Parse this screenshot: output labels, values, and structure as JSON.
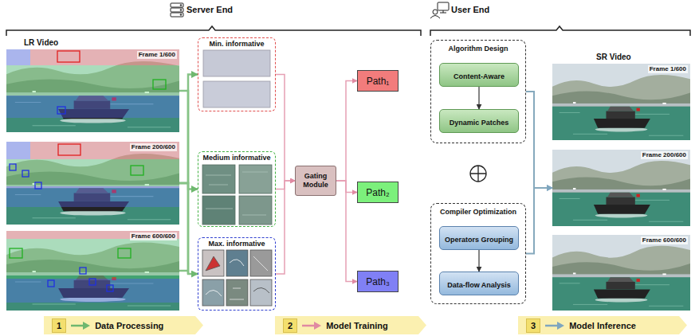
{
  "diagram": {
    "nodes": [
      {
        "text": [
          "Frame 1/600"
        ]
      },
      {
        "text": [
          "Frame 200/600"
        ]
      },
      {
        "text": [
          "Frame 600/600"
        ]
      },
      {
        "text": [
          "Min. informative"
        ]
      },
      {
        "text": [
          "Medium informative"
        ]
      },
      {
        "text": [
          "Max. informative"
        ]
      },
      {
        "text": [
          "Gating Module"
        ]
      },
      {
        "text": [
          "Path₁"
        ]
      },
      {
        "text": [
          "Path₂"
        ]
      },
      {
        "text": [
          "Path₃"
        ]
      },
      {
        "text": [
          "Algorithm Design"
        ]
      },
      {
        "text": [
          "Content-Aware"
        ],
        "in": 10
      },
      {
        "text": [
          "Dynamic Patches"
        ],
        "in": 10
      },
      {
        "text": [
          "Compiler Optimization"
        ]
      },
      {
        "text": [
          "Operators Grouping"
        ],
        "in": 13
      },
      {
        "text": [
          "Data-flow Analysis"
        ],
        "in": 13
      },
      {
        "text": [
          "Frame 1/600"
        ]
      },
      {
        "text": [
          "Frame 200/600"
        ]
      },
      {
        "text": [
          "Frame 600/600"
        ]
      },
      {
        "text": [
          "1",
          "Data Processing"
        ]
      },
      {
        "text": [
          "2",
          "Model Training"
        ]
      },
      {
        "text": [
          "3",
          "Model Inference"
        ]
      }
    ],
    "edges": [
      {
        "from": 1,
        "to": 3,
        "arrow": "to"
      },
      {
        "from": 1,
        "to": 4,
        "arrow": "to"
      },
      {
        "from": 1,
        "to": 5,
        "arrow": "to"
      },
      {
        "from": 3,
        "to": 6,
        "arrow": "to"
      },
      {
        "from": 4,
        "to": 6,
        "arrow": "to"
      },
      {
        "from": 5,
        "to": 6,
        "arrow": "to"
      },
      {
        "from": 6,
        "to": 7,
        "arrow": "to"
      },
      {
        "from": 6,
        "to": 8,
        "arrow": "to"
      },
      {
        "from": 6,
        "to": 9,
        "arrow": "to"
      },
      {
        "from": 11,
        "to": 12,
        "arrow": "to"
      },
      {
        "from": 14,
        "to": 15,
        "arrow": "to"
      },
      {
        "from": 10,
        "to": 17,
        "arrow": "to"
      },
      {
        "from": 13,
        "to": 17,
        "arrow": "to"
      }
    ],
    "labels": [
      "Server End",
      "User End",
      "LR Video",
      "SR Video"
    ]
  }
}
